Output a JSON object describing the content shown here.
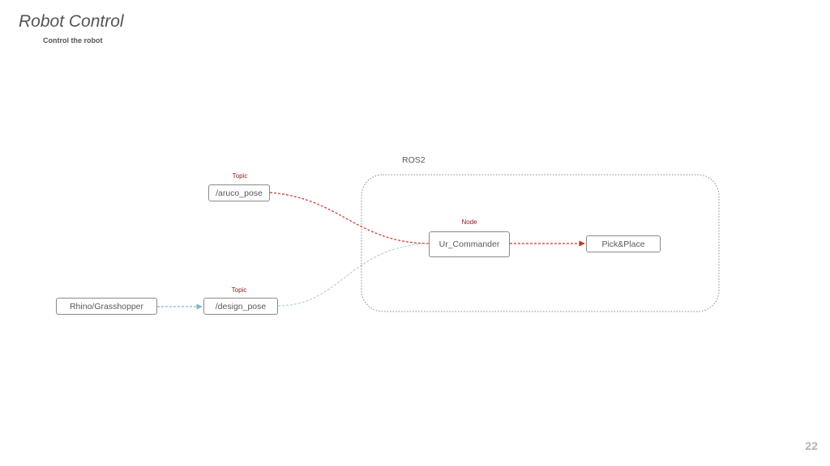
{
  "slide": {
    "title": "Robot Control",
    "subtitle": "Control the robot",
    "page_number": "22"
  },
  "diagram": {
    "group_label": "ROS2",
    "nodes": {
      "aruco_pose": "/aruco_pose",
      "design_pose": "/design_pose",
      "rhino_grasshopper": "Rhino/Grasshopper",
      "ur_commander": "Ur_Commander",
      "pick_place": "Pick&Place"
    },
    "tags": {
      "aruco_topic": "Topic",
      "design_topic": "Topic",
      "commander_node": "Node"
    }
  },
  "colors": {
    "red_edge": "#c0392b",
    "blue_edge": "#7fb3d5",
    "light_edge": "#b7d4c8",
    "group_border": "#8a8a8a"
  }
}
